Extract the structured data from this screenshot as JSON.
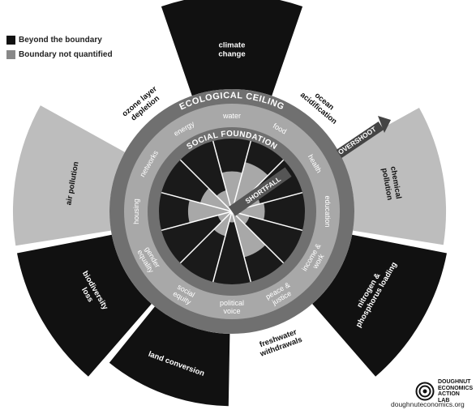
{
  "legend": [
    {
      "label": "Beyond the boundary",
      "color": "#111111"
    },
    {
      "label": "Boundary not quantified",
      "color": "#888888"
    }
  ],
  "ring_labels": {
    "ceiling": "ECOLOGICAL CEILING",
    "foundation": "SOCIAL FOUNDATION",
    "overshoot": "OVERSHOOT",
    "shortfall": "SHORTFALL"
  },
  "ecological": [
    {
      "lines": [
        "climate",
        "change"
      ],
      "status": "beyond",
      "extent": 0.98
    },
    {
      "lines": [
        "ocean",
        "acidification"
      ],
      "status": "within",
      "extent": 0
    },
    {
      "lines": [
        "chemical",
        "pollution"
      ],
      "status": "unquantified",
      "extent": 0.95
    },
    {
      "lines": [
        "nitrogen &",
        "phosphorus loading"
      ],
      "status": "beyond",
      "extent": 1.0
    },
    {
      "lines": [
        "freshwater",
        "withdrawals"
      ],
      "status": "within",
      "extent": 0
    },
    {
      "lines": [
        "land conversion"
      ],
      "status": "beyond",
      "extent": 0.75
    },
    {
      "lines": [
        "biodiversity",
        "loss"
      ],
      "status": "beyond",
      "extent": 1.0
    },
    {
      "lines": [
        "air pollution"
      ],
      "status": "unquantified",
      "extent": 1.0
    },
    {
      "lines": [
        "ozone layer",
        "depletion"
      ],
      "status": "within",
      "extent": 0
    }
  ],
  "social": [
    {
      "label": "water",
      "shortfall": 0.45
    },
    {
      "label": "food",
      "shortfall": 0.3
    },
    {
      "label": "health",
      "shortfall": 0.6
    },
    {
      "label": "education",
      "shortfall": 0.55
    },
    {
      "label": "income & work",
      "shortfall": 0.75
    },
    {
      "label": "peace & justice",
      "shortfall": 0.35
    },
    {
      "label": "political voice",
      "shortfall": 0.85
    },
    {
      "label": "social equity",
      "shortfall": 0.65
    },
    {
      "label": "gender equality",
      "shortfall": 0.8
    },
    {
      "label": "housing",
      "shortfall": 0.4
    },
    {
      "label": "networks",
      "shortfall": 0.55
    },
    {
      "label": "energy",
      "shortfall": 0.7
    }
  ],
  "logo_lines": [
    "DOUGHNUT",
    "ECONOMICS",
    "ACTION",
    "LAB"
  ],
  "website": "doughnuteconomics.org"
}
